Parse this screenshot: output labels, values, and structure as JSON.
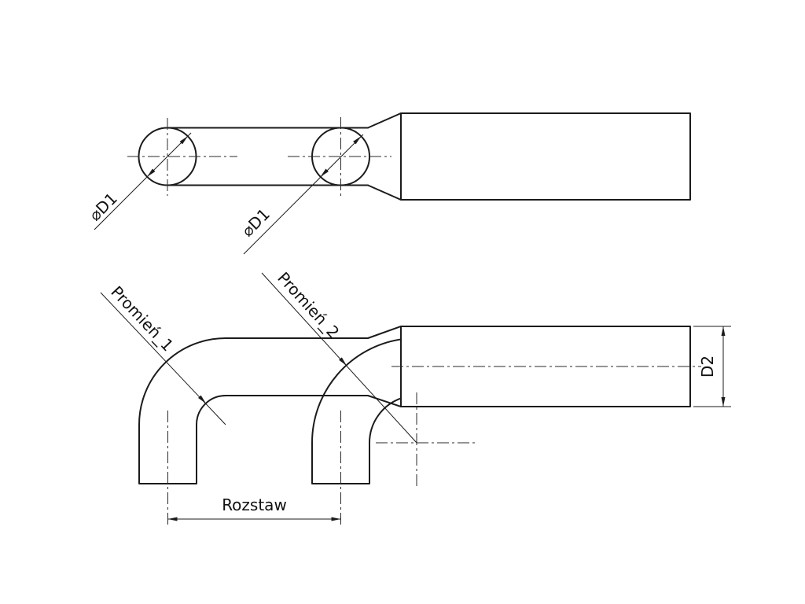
{
  "drawing": {
    "title": "bent-tube-handle-technical-drawing",
    "labels": {
      "dia_d1_left": "⌀D1",
      "dia_d1_right": "⌀D1",
      "radius_1": "Promień_1",
      "radius_2": "Promień_2",
      "spacing": "Rozstaw",
      "d2": "D2"
    },
    "colors": {
      "background": "#ffffff",
      "line": "#1b1b1b"
    }
  }
}
